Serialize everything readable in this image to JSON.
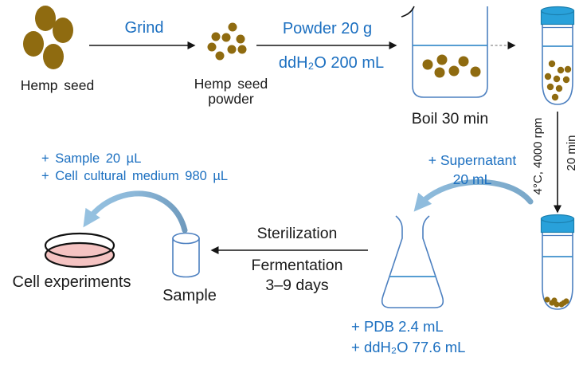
{
  "colors": {
    "blue_text": "#1b6fc0",
    "text_black": "#1a1a1a",
    "vessel_outline": "#4d80c0",
    "liquid_line": "#3e8fcc",
    "cap_fill": "#29a1da",
    "cap_stroke": "#1b7fae",
    "seed_brown": "#8f6b10",
    "pink_fill": "#f5c3c2",
    "arc_blue": "#8cb8d9",
    "dashed_gray": "#8a8a8a"
  },
  "labels": {
    "grind": "Grind",
    "hemp_seed": "Hemp seed",
    "hemp_powder_line1": "Hemp seed",
    "hemp_powder_line2": "powder",
    "powder_amount": "Powder 20 g",
    "water_amount": "ddH₂O 200 mL",
    "boil": "Boil 30 min",
    "centrifuge_conditions": "4°C, 4000 rpm",
    "centrifuge_time": "20 min",
    "supernatant": "+ Supernatant",
    "supernatant_volume": "20 mL",
    "pdb": "+ PDB 2.4 mL",
    "water_dilution": "+ ddH₂O 77.6 mL",
    "sterilization": "Sterilization",
    "fermentation": "Fermentation",
    "fermentation_duration": "3–9 days",
    "sample": "Sample",
    "sample_addition": "+ Sample 20 µL",
    "medium_addition": "+ Cell cultural medium 980 µL",
    "cell_experiments": "Cell experiments"
  },
  "illustrations": [
    "hemp-seeds",
    "hemp-seed-powder",
    "beaker",
    "centrifuge-tube-mixture",
    "centrifuge-tube-pellet",
    "erlenmeyer-flask",
    "sample-vial",
    "petri-dish"
  ]
}
